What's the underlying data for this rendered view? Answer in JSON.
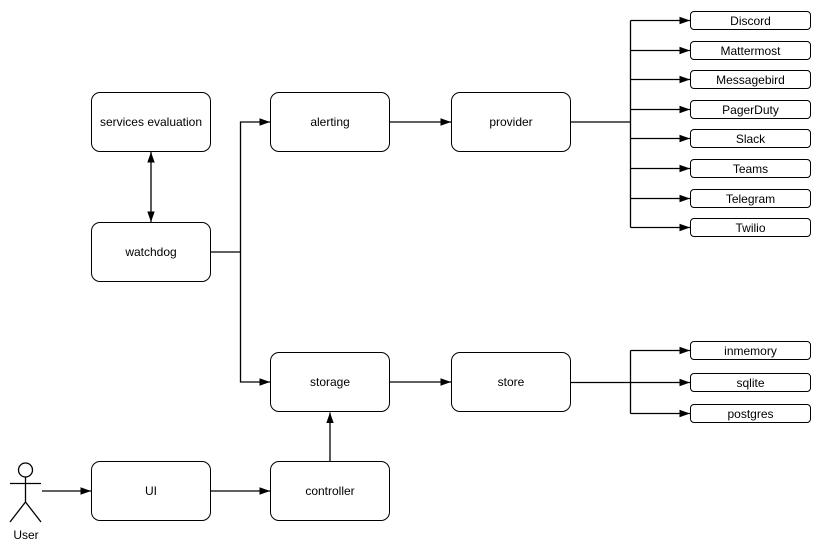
{
  "diagram": {
    "nodes": {
      "services_evaluation": "services evaluation",
      "watchdog": "watchdog",
      "alerting": "alerting",
      "provider": "provider",
      "storage": "storage",
      "store": "store",
      "ui": "UI",
      "controller": "controller"
    },
    "provider_children": [
      "Discord",
      "Mattermost",
      "Messagebird",
      "PagerDuty",
      "Slack",
      "Teams",
      "Telegram",
      "Twilio"
    ],
    "store_children": [
      "inmemory",
      "sqlite",
      "postgres"
    ],
    "actor": {
      "label": "User"
    },
    "colors": {
      "stroke": "#000000",
      "fill": "#ffffff",
      "background": "#ffffff",
      "text": "#000000"
    }
  }
}
